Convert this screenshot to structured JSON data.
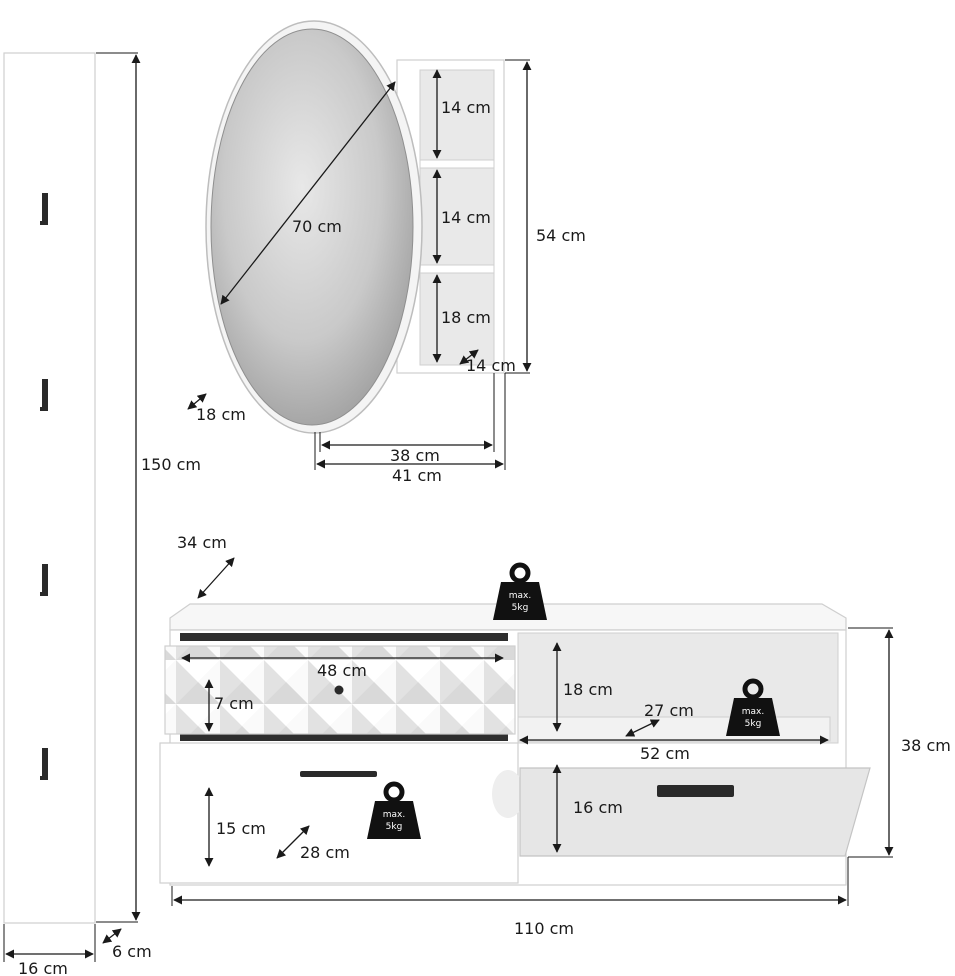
{
  "dimensions": {
    "panel_height": "150 cm",
    "panel_width": "16 cm",
    "panel_depth": "6 cm",
    "mirror_diameter": "70 cm",
    "mirror_depth": "18 cm",
    "cabinet_height": "54 cm",
    "shelf_1": "14 cm",
    "shelf_2": "14 cm",
    "shelf_3": "18 cm",
    "shelf_depth": "14 cm",
    "inner_width": "38 cm",
    "outer_width": "41 cm",
    "sideboard_depth": "34 cm",
    "drawer_width": "48 cm",
    "drawer_height": "7 cm",
    "compartment_height": "18 cm",
    "compartment_depth": "27 cm",
    "compartment_width": "52 cm",
    "flap_height": "16 cm",
    "sideboard_height": "38 cm",
    "door_height": "15 cm",
    "door_depth": "28 cm",
    "sideboard_width": "110 cm"
  },
  "weight_badges": [
    {
      "line1": "max.",
      "line2": "5kg"
    },
    {
      "line1": "max.",
      "line2": "5kg"
    },
    {
      "line1": "max.",
      "line2": "5kg"
    }
  ],
  "colors": {
    "dimension_lines": "#1a1a1a",
    "furniture": "#ffffff",
    "mirror": "#bdbdbd",
    "badge": "#111111"
  }
}
